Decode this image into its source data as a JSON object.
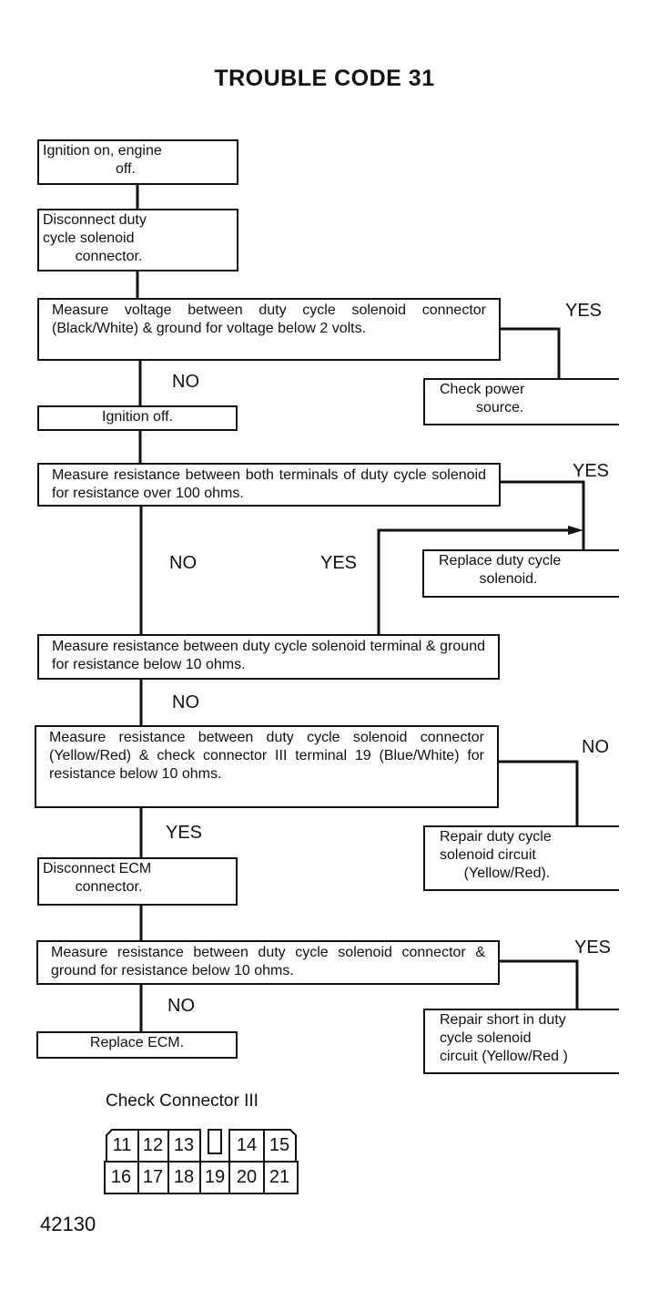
{
  "title": "TROUBLE CODE 31",
  "steps": {
    "s1": "Ignition on, engine\n                  off.",
    "s2": "Disconnect duty\ncycle solenoid\n        connector.",
    "s3": "Measure voltage between duty cycle solenoid connector (Black/White) & ground for voltage below 2 volts.",
    "s4": "Ignition off.",
    "s5": "Measure resistance between both terminals of duty cycle solenoid for resistance over 100 ohms.",
    "s6": "Measure resistance between duty cycle solenoid terminal & ground for resistance below 10 ohms.",
    "s7": "Measure resistance between duty cycle solenoid connector (Yellow/Red) & check connector III terminal 19 (Blue/White) for resistance below 10 ohms.",
    "s8": "Disconnect ECM\n        connector.",
    "s9": "Measure resistance between duty cycle solenoid connector & ground for resistance below 10 ohms.",
    "s10": "Replace ECM."
  },
  "results": {
    "r1": "Check power\n         source.",
    "r2": "Replace duty cycle\n          solenoid.",
    "r3": "Repair duty cycle\nsolenoid circuit\n      (Yellow/Red).",
    "r4": "Repair short in duty\ncycle solenoid\ncircuit (Yellow/Red )"
  },
  "labels": {
    "l_yes1": "YES",
    "l_no1": "NO",
    "l_yes2": "YES",
    "l_no2": "NO",
    "l_yes3": "YES",
    "l_no3": "NO",
    "l_no4": "NO",
    "l_yes4": "YES",
    "l_yes5": "YES",
    "l_no5": "NO"
  },
  "connector": {
    "title": "Check Connector III",
    "top_row": [
      "11",
      "12",
      "13",
      "",
      "14",
      "15"
    ],
    "bottom_row": [
      "16",
      "17",
      "18",
      "19",
      "20",
      "21"
    ]
  },
  "figure_number": "42130"
}
